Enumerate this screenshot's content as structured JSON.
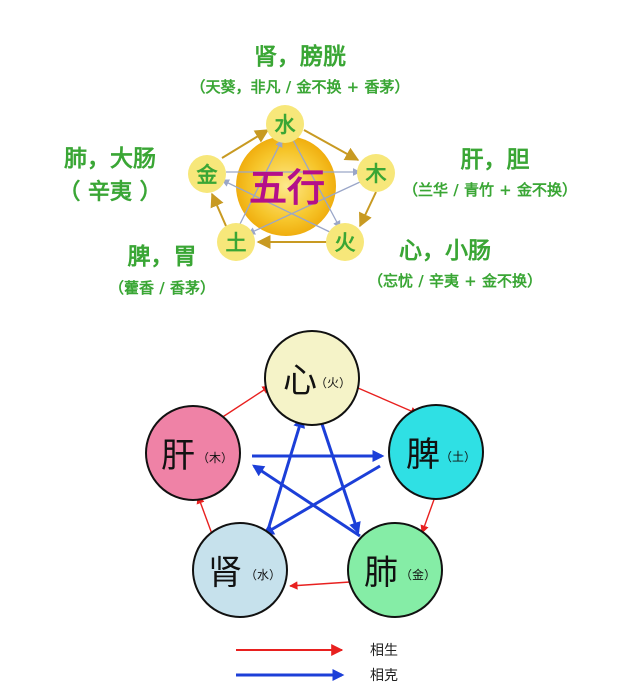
{
  "top_diagram": {
    "center_label": "五行",
    "elements": {
      "water": "水",
      "wood": "木",
      "fire": "火",
      "earth": "土",
      "metal": "金"
    },
    "organs": {
      "water_title": "肾，膀胱",
      "water_note": "（天葵，非凡 / 金不换 + 香茅）",
      "wood_title": "肝，胆",
      "wood_note": "（兰华 / 青竹 + 金不换）",
      "fire_title": "心，小肠",
      "fire_note": "（忘忧 / 辛夷 + 金不换）",
      "earth_title": "脾，胃",
      "earth_note": "（藿香 / 香茅）",
      "metal_title": "肺，大肠",
      "metal_note": "（ 辛夷 ）"
    }
  },
  "bottom_diagram": {
    "nodes": {
      "heart_organ": "心",
      "heart_element": "（火）",
      "spleen_organ": "脾",
      "spleen_element": "（土）",
      "lung_organ": "肺",
      "lung_element": "（金）",
      "kidney_organ": "肾",
      "kidney_element": "（水）",
      "liver_organ": "肝",
      "liver_element": "（木）"
    },
    "legend": {
      "generate_label": "相生",
      "restrain_label": "相克"
    }
  },
  "colors": {
    "organ_text": "#3aa635",
    "element_circle": "#f7e77a",
    "center_glow": "#f3b514",
    "center_text": "#b40f8a",
    "generate_arrow": "#e8201f",
    "restrain_arrow": "#1c3fd8",
    "heart": "#f5f3c8",
    "spleen": "#2fe0e4",
    "lung": "#85eda6",
    "kidney": "#c6e1ec",
    "liver": "#ef82a6"
  }
}
